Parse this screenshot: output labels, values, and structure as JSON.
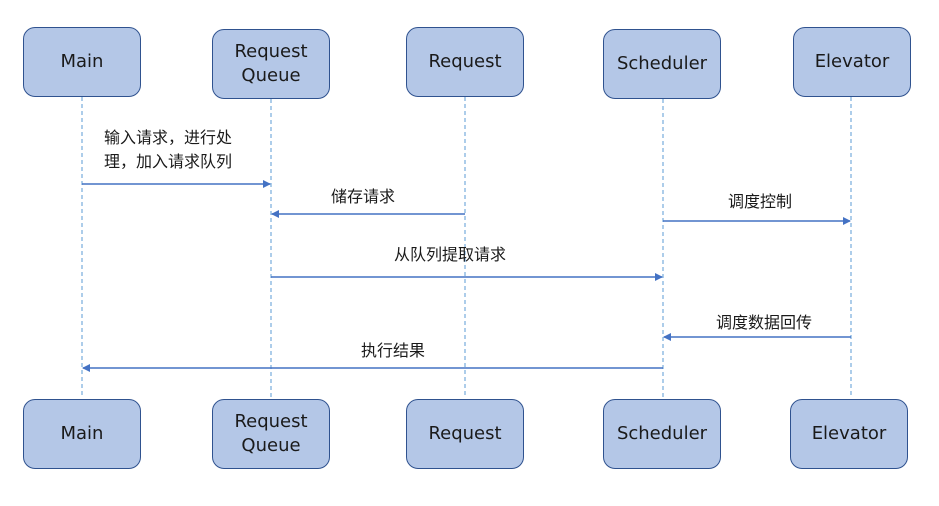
{
  "colors": {
    "box_fill": "#b4c7e7",
    "box_border": "#2f528f",
    "arrow": "#4472c4",
    "lifeline": "#5b9bd5"
  },
  "participants": [
    {
      "id": "main",
      "label": "Main"
    },
    {
      "id": "queue",
      "label": "Request\nQueue"
    },
    {
      "id": "request",
      "label": "Request"
    },
    {
      "id": "scheduler",
      "label": "Scheduler"
    },
    {
      "id": "elevator",
      "label": "Elevator"
    }
  ],
  "messages": [
    {
      "from": "main",
      "to": "queue",
      "label": "输入请求，进行处\n理，加入请求队列"
    },
    {
      "from": "request",
      "to": "queue",
      "label": "储存请求"
    },
    {
      "from": "scheduler",
      "to": "elevator",
      "label": "调度控制"
    },
    {
      "from": "queue",
      "to": "scheduler",
      "label": "从队列提取请求"
    },
    {
      "from": "elevator",
      "to": "scheduler",
      "label": "调度数据回传"
    },
    {
      "from": "scheduler",
      "to": "main",
      "label": "执行结果"
    }
  ]
}
